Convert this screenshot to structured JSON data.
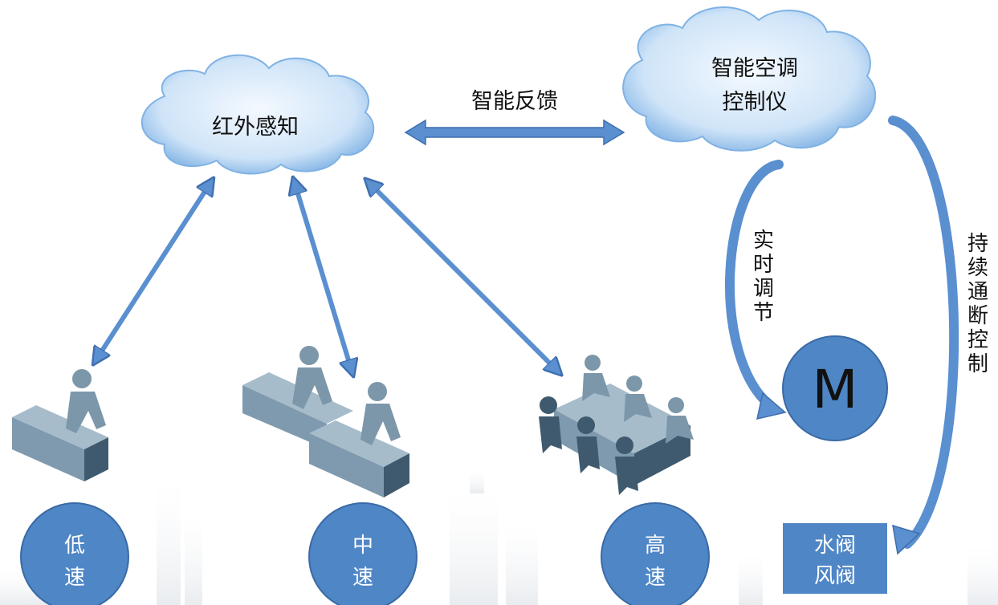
{
  "nodes": {
    "infrared": "红外感知",
    "controller_line1": "智能空调",
    "controller_line2": "控制仪"
  },
  "links": {
    "feedback": "智能反馈",
    "realtime": [
      "实",
      "时",
      "调",
      "节"
    ],
    "continuous": [
      "持",
      "续",
      "通",
      "断",
      "控",
      "制"
    ]
  },
  "motor": "M",
  "valve": {
    "line1": "水阀",
    "line2": "风阀"
  },
  "speeds": {
    "low": [
      "低",
      "速"
    ],
    "mid": [
      "中",
      "速"
    ],
    "high": [
      "高",
      "速"
    ]
  },
  "colors": {
    "arrow": "#5a8fd0",
    "arrow_edge": "#3f6fae",
    "cloud_fill": "#cfe4f8",
    "cloud_edge": "#9cc3e8",
    "circle": "#4f86c6",
    "desk_top": "#8ea8bd",
    "desk_front": "#5f7e95",
    "person": "#6e8fa6"
  }
}
